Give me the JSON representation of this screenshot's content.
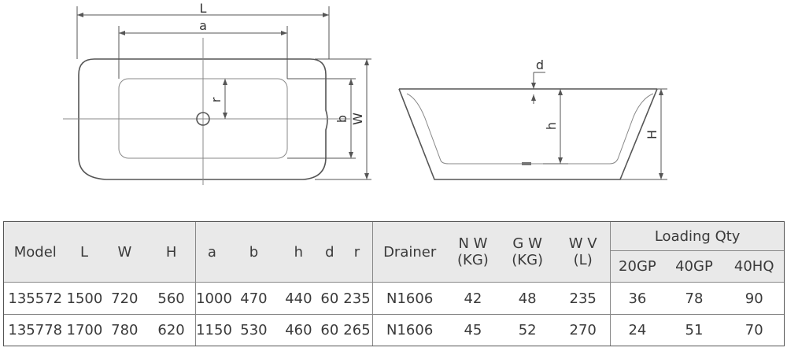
{
  "drawing": {
    "top_view": {
      "dim_length": "L",
      "dim_inner_length": "a",
      "dim_radius": "r",
      "dim_inner_width": "b",
      "dim_width": "W"
    },
    "side_view": {
      "dim_rim": "d",
      "dim_depth": "h",
      "dim_height": "H"
    }
  },
  "table": {
    "headers": {
      "model": "Model",
      "L": "L",
      "W": "W",
      "H": "H",
      "a": "a",
      "b": "b",
      "h": "h",
      "d": "d",
      "r": "r",
      "drainer": "Drainer",
      "nw": [
        "N W",
        "(KG)"
      ],
      "gw": [
        "G W",
        "(KG)"
      ],
      "wv": [
        "W V",
        "(L)"
      ],
      "loading_qty": "Loading Qty",
      "c20": "20GP",
      "c40": "40GP",
      "c40hq": "40HQ"
    },
    "rows": [
      {
        "model": "135572",
        "L": "1500",
        "W": "720",
        "H": "560",
        "a": "1000",
        "b": "470",
        "h": "440",
        "d": "60",
        "r": "235",
        "drainer": "N1606",
        "nw": "42",
        "gw": "48",
        "wv": "235",
        "q20": "36",
        "q40": "78",
        "q40hq": "90"
      },
      {
        "model": "135778",
        "L": "1700",
        "W": "780",
        "H": "620",
        "a": "1150",
        "b": "530",
        "h": "460",
        "d": "60",
        "r": "265",
        "drainer": "N1606",
        "nw": "45",
        "gw": "52",
        "wv": "270",
        "q20": "24",
        "q40": "51",
        "q40hq": "70"
      }
    ]
  }
}
